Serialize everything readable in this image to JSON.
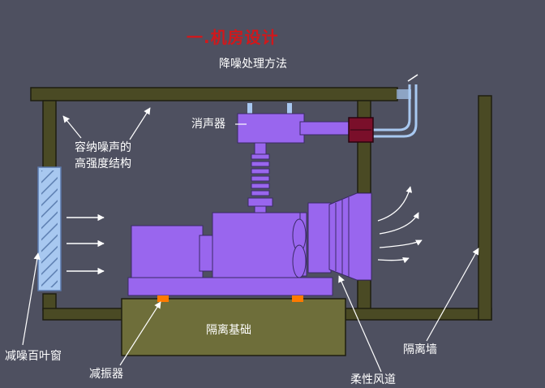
{
  "title": "一.机房设计",
  "subtitle": "降噪处理方法",
  "labels": {
    "muffler": "消声器",
    "structure_line1": "容纳噪声的",
    "structure_line2": "高强度结构",
    "foundation": "隔离基础",
    "louver": "减噪百叶窗",
    "damper": "减振器",
    "duct": "柔性风道",
    "wall": "隔离墙"
  },
  "colors": {
    "background": "#4e5060",
    "frame": "#4a4a24",
    "machine": "#9966ee",
    "foundation_fill": "#6e6e3a",
    "damper_pad": "#ff7a00",
    "title_red": "#d0181c",
    "louver": "#a8c8f0",
    "pipe": "#a8c8f0",
    "valve": "#7a0f2a"
  }
}
